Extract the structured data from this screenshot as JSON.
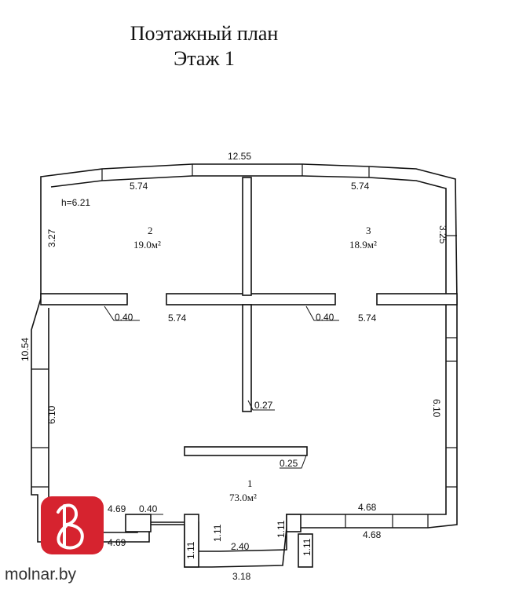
{
  "title": {
    "line1": "Поэтажный план",
    "line2": "Этаж 1"
  },
  "dimensions": {
    "top_total": "12.55",
    "room2_width_top": "5.74",
    "room3_width_top": "5.74",
    "height_mark": "h=6.21",
    "room2_depth": "3.27",
    "room3_depth": "3.25",
    "left_total": "10.54",
    "partition_left": "0.40",
    "partition_mid": "0.40",
    "room2_width_bottom": "5.74",
    "room3_width_bottom": "5.74",
    "left_lower": "6.10",
    "right_lower": "6.10",
    "center_wall": "0.27",
    "short_wall": "0.25",
    "bottom_right_a": "4.68",
    "bottom_right_b": "4.68",
    "bottom_left_a": "4.69",
    "bottom_left_b": "4.69",
    "bottom_left_small": "0.40",
    "porch_left": "1.11",
    "porch_left_inner": "1.11",
    "porch_right_a": "1.11",
    "porch_right_b": "1.11",
    "porch_inner_width": "2.40",
    "porch_outer_width": "3.18"
  },
  "rooms": [
    {
      "number": "2",
      "area": "19.0м²"
    },
    {
      "number": "3",
      "area": "18.9м²"
    },
    {
      "number": "1",
      "area": "73.0м²"
    }
  ],
  "watermark": {
    "text": "molnar.by",
    "logo_color": "#d6232f"
  }
}
